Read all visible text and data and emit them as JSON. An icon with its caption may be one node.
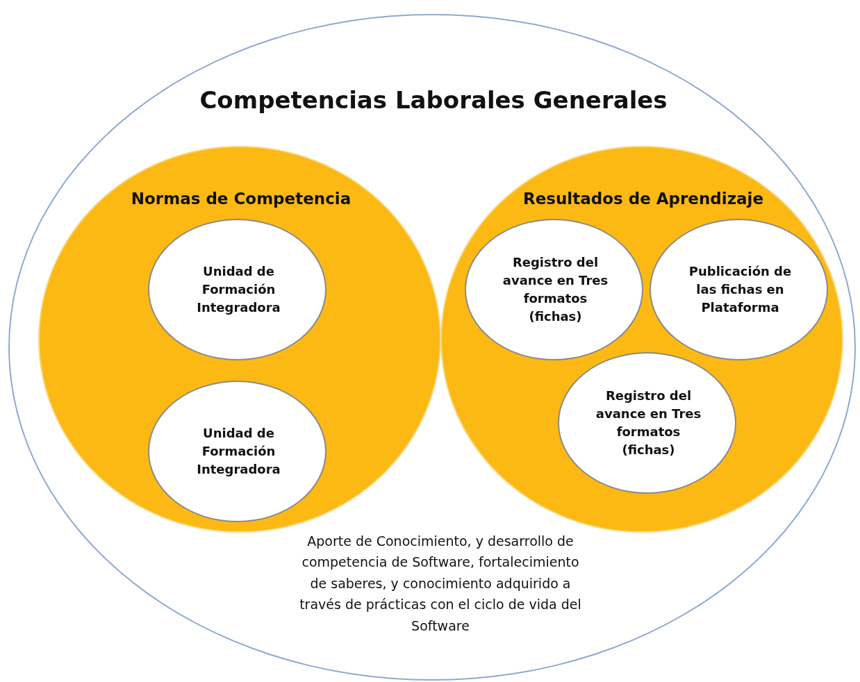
{
  "diagram": {
    "nodes": [
      {
        "text": [
          "Competencias Laborales Generales",
          "Aporte de Conocimiento,  y desarrollo de competencia de Software, fortalecimiento de saberes, y conocimiento  adquirido a través de prácticas con el ciclo de vida del Software"
        ]
      },
      {
        "text": [
          "Normas de Competencia"
        ],
        "in": 0
      },
      {
        "text": [
          "Unidad de Formación Integradora"
        ],
        "in": 1
      },
      {
        "text": [
          "Unidad de Formación Integradora"
        ],
        "in": 1
      },
      {
        "text": [
          "Resultados de Aprendizaje"
        ],
        "in": 0
      },
      {
        "text": [
          "Registro del avance en Tres formatos (fichas)"
        ],
        "in": 4
      },
      {
        "text": [
          "Publicación de las fichas en Plataforma"
        ],
        "in": 4
      },
      {
        "text": [
          "Registro del avance en Tres formatos (fichas)"
        ],
        "in": 4
      }
    ]
  }
}
